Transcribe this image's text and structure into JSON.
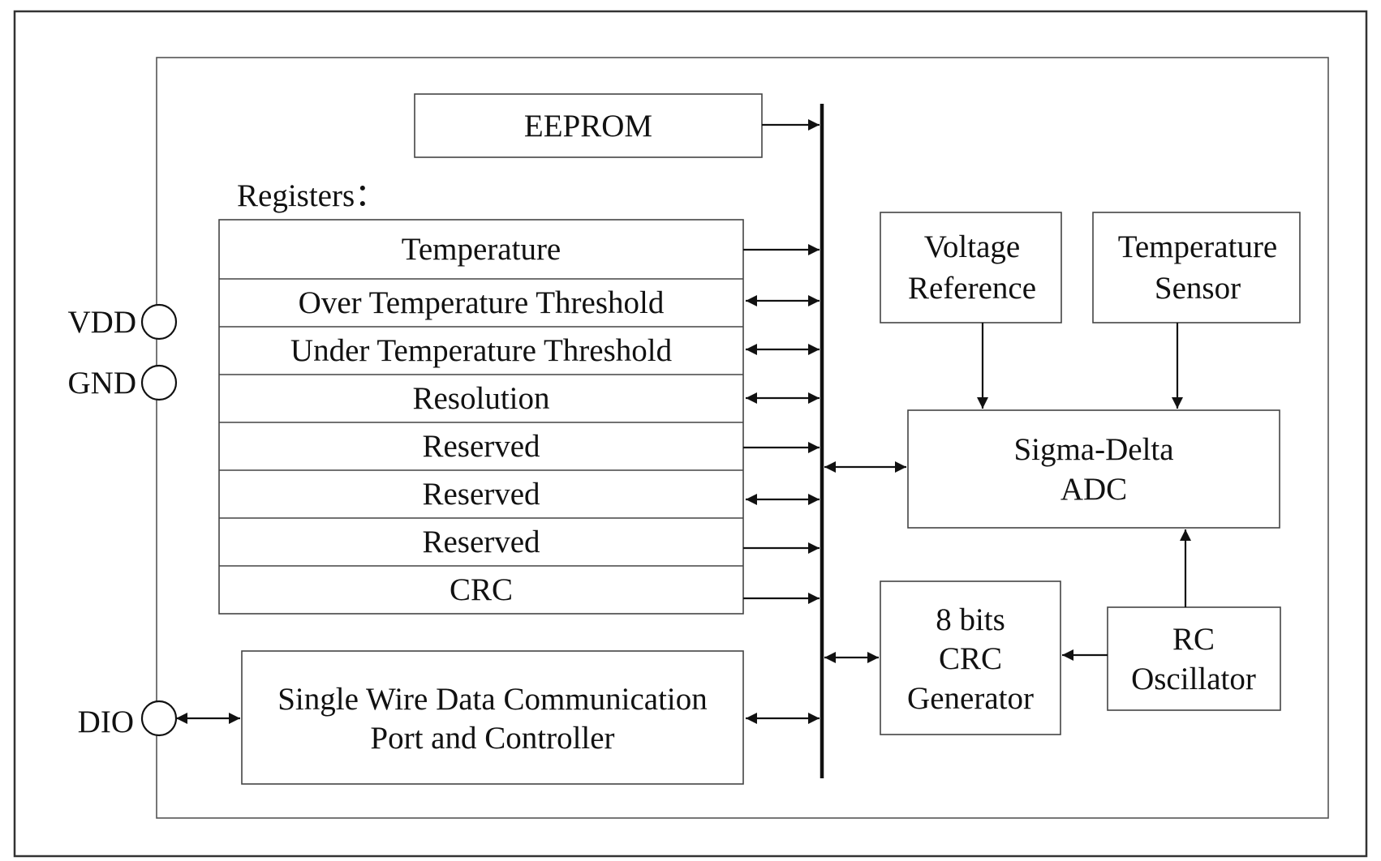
{
  "blocks": {
    "eeprom": "EEPROM",
    "registers_title": "Registers：",
    "registers": [
      "Temperature",
      "Over Temperature Threshold",
      "Under Temperature Threshold",
      "Resolution",
      "Reserved",
      "Reserved",
      "Reserved",
      "CRC"
    ],
    "comm": [
      "Single Wire Data Communication",
      "Port and Controller"
    ],
    "voltage_ref": [
      "Voltage",
      "Reference"
    ],
    "temp_sensor": [
      "Temperature",
      "Sensor"
    ],
    "adc": [
      "Sigma-Delta",
      "ADC"
    ],
    "crc_gen": [
      "8 bits",
      "CRC",
      "Generator"
    ],
    "rc_osc": [
      "RC",
      "Oscillator"
    ]
  },
  "pins": {
    "vdd": "VDD",
    "gnd": "GND",
    "dio": "DIO"
  }
}
